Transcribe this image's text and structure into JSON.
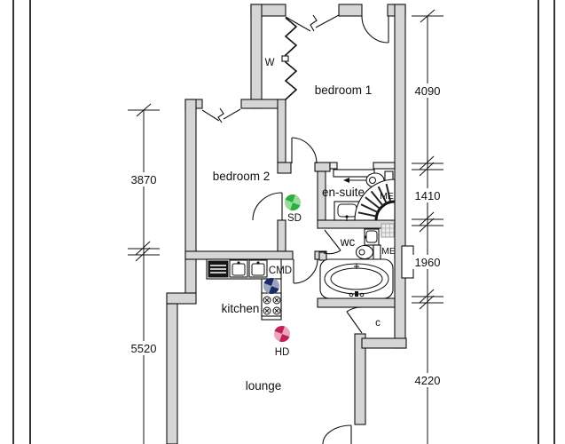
{
  "plan": {
    "room_labels": {
      "bedroom1": "bedroom 1",
      "bedroom2": "bedroom 2",
      "ensuite": "en-suite",
      "wc": "wc",
      "kitchen": "kitchen",
      "lounge": "lounge"
    },
    "closet_labels": {
      "wardrobe": "W",
      "cupboard": "c"
    },
    "device_labels": {
      "smoke_detector": "SD",
      "co_detector": "CMD",
      "heat_detector": "HD",
      "meter_ensuite": "ME",
      "meter_wc": "ME"
    },
    "dimensions": {
      "left": [
        "3870",
        "5520"
      ],
      "right": [
        "4090",
        "1410",
        "1960",
        "4220"
      ]
    },
    "colors": {
      "wall_fill": "#d6d6d6",
      "line": "#111111",
      "smoke_detector_dark": "#2eae3e",
      "smoke_detector_light": "#96dd9e",
      "co_detector_dark": "#1c2a68",
      "co_detector_light": "#9aa5bf",
      "heat_detector_dark": "#c21f57",
      "heat_detector_light": "#eaa8c0"
    }
  }
}
